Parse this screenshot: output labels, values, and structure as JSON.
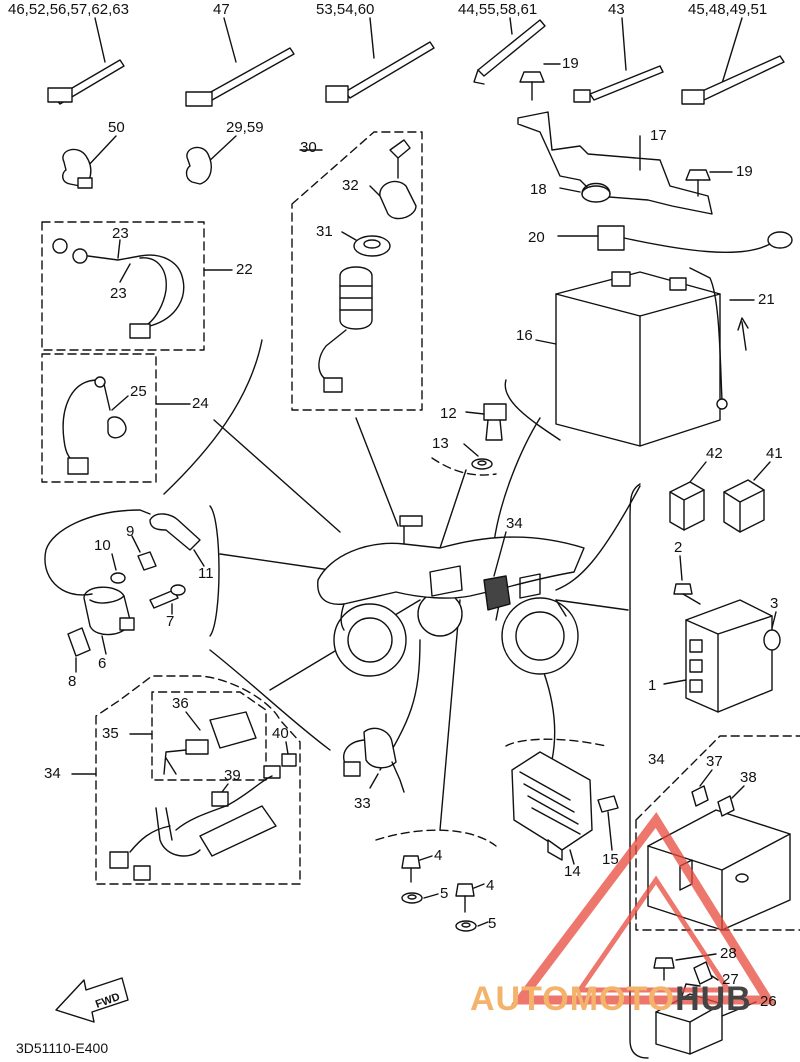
{
  "diagram": {
    "code": "3D51110-E400",
    "fwd": "FWD",
    "watermark": {
      "left": "AUTOMOTO",
      "right": "HUB",
      "accent": "#e84a3c",
      "secondary": "#f3b36a"
    },
    "callouts": [
      {
        "id": "c-46",
        "text": "46,52,56,57,62,63"
      },
      {
        "id": "c-47",
        "text": "47"
      },
      {
        "id": "c-53",
        "text": "53,54,60"
      },
      {
        "id": "c-44",
        "text": "44,55,58,61"
      },
      {
        "id": "c-43",
        "text": "43"
      },
      {
        "id": "c-45",
        "text": "45,48,49,51"
      },
      {
        "id": "c-19a",
        "text": "19"
      },
      {
        "id": "c-50",
        "text": "50"
      },
      {
        "id": "c-29",
        "text": "29,59"
      },
      {
        "id": "c-17",
        "text": "17"
      },
      {
        "id": "c-30",
        "text": "30"
      },
      {
        "id": "c-32",
        "text": "32"
      },
      {
        "id": "c-18",
        "text": "18"
      },
      {
        "id": "c-19b",
        "text": "19"
      },
      {
        "id": "c-23a",
        "text": "23"
      },
      {
        "id": "c-31",
        "text": "31"
      },
      {
        "id": "c-20",
        "text": "20"
      },
      {
        "id": "c-22",
        "text": "22"
      },
      {
        "id": "c-23b",
        "text": "23"
      },
      {
        "id": "c-21",
        "text": "21"
      },
      {
        "id": "c-16",
        "text": "16"
      },
      {
        "id": "c-25",
        "text": "25"
      },
      {
        "id": "c-24",
        "text": "24"
      },
      {
        "id": "c-12",
        "text": "12"
      },
      {
        "id": "c-13",
        "text": "13"
      },
      {
        "id": "c-42",
        "text": "42"
      },
      {
        "id": "c-41",
        "text": "41"
      },
      {
        "id": "c-34a",
        "text": "34"
      },
      {
        "id": "c-9",
        "text": "9"
      },
      {
        "id": "c-10",
        "text": "10"
      },
      {
        "id": "c-11",
        "text": "11"
      },
      {
        "id": "c-2",
        "text": "2"
      },
      {
        "id": "c-3",
        "text": "3"
      },
      {
        "id": "c-7",
        "text": "7"
      },
      {
        "id": "c-6",
        "text": "6"
      },
      {
        "id": "c-8",
        "text": "8"
      },
      {
        "id": "c-1",
        "text": "1"
      },
      {
        "id": "c-36",
        "text": "36"
      },
      {
        "id": "c-35",
        "text": "35"
      },
      {
        "id": "c-40",
        "text": "40"
      },
      {
        "id": "c-34b",
        "text": "34"
      },
      {
        "id": "c-39",
        "text": "39"
      },
      {
        "id": "c-34c",
        "text": "34"
      },
      {
        "id": "c-37",
        "text": "37"
      },
      {
        "id": "c-38",
        "text": "38"
      },
      {
        "id": "c-33",
        "text": "33"
      },
      {
        "id": "c-4a",
        "text": "4"
      },
      {
        "id": "c-14",
        "text": "14"
      },
      {
        "id": "c-15",
        "text": "15"
      },
      {
        "id": "c-5a",
        "text": "5"
      },
      {
        "id": "c-4b",
        "text": "4"
      },
      {
        "id": "c-5b",
        "text": "5"
      },
      {
        "id": "c-28",
        "text": "28"
      },
      {
        "id": "c-27",
        "text": "27"
      },
      {
        "id": "c-26",
        "text": "26"
      }
    ]
  }
}
